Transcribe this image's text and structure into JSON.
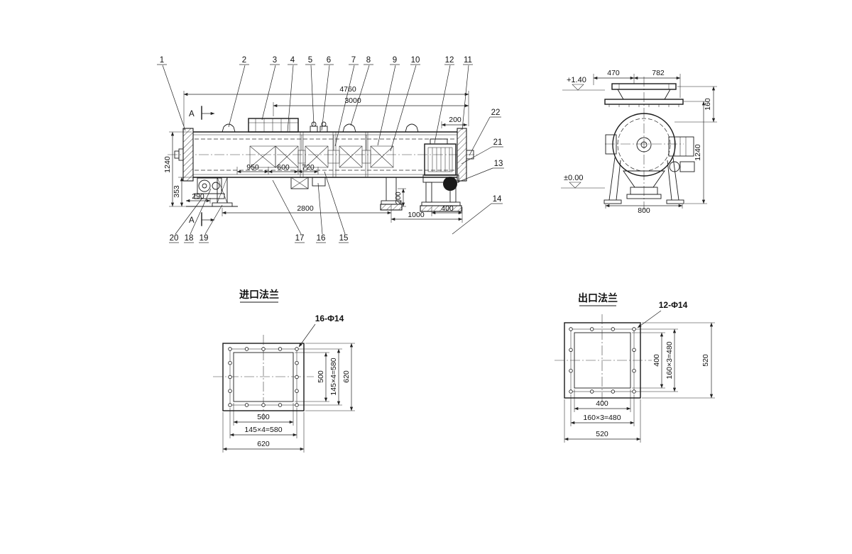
{
  "side_view": {
    "section_label": "A",
    "callouts": {
      "c1": "1",
      "c2": "2",
      "c3": "3",
      "c4": "4",
      "c5": "5",
      "c6": "6",
      "c7": "7",
      "c8": "8",
      "c9": "9",
      "c10": "10",
      "c11": "11",
      "c12": "12",
      "c13": "13",
      "c14": "14",
      "c15": "15",
      "c16": "16",
      "c17": "17",
      "c18": "18",
      "c19": "19",
      "c20": "20",
      "c21": "21",
      "c22": "22"
    },
    "dims": {
      "overall": "4760",
      "upper_span": "3000",
      "right_overhang": "200",
      "total_height": "1240",
      "base_height": "353",
      "left_offset": "290",
      "pitch_a": "950",
      "pitch_b": "600",
      "pitch_c": "720",
      "support_span": "2800",
      "right_span": "1000",
      "leg_detail": "200",
      "end_span": "400"
    }
  },
  "end_view": {
    "dims": {
      "width_left": "470",
      "width_right": "782",
      "inlet_height": "160",
      "overall_height": "1240",
      "base_width": "800"
    },
    "levels": {
      "top": "+1.40",
      "ground": "±0.00"
    }
  },
  "inlet_flange": {
    "title": "进口法兰",
    "bolt_note": "16-Φ14",
    "dims": {
      "opening": "500",
      "bolt_pitch": "145×4=580",
      "outer": "620"
    }
  },
  "outlet_flange": {
    "title": "出口法兰",
    "bolt_note": "12-Φ14",
    "dims": {
      "opening": "400",
      "bolt_pitch": "160×3=480",
      "outer": "520"
    }
  }
}
